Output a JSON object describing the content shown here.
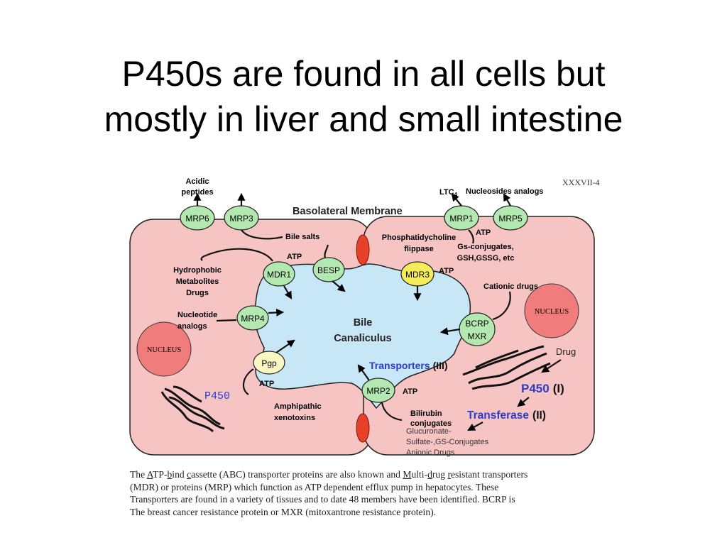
{
  "title": {
    "line1": "P450s are found in all cells but",
    "line2": "mostly in liver and small intestine"
  },
  "figure_code": "XXXVII-4",
  "colors": {
    "cell": "#f7c4c4",
    "cell_stroke": "#222222",
    "canaliculus": "#c7e7f7",
    "transporter": "#b3e8b0",
    "mdr3": "#f5ec5c",
    "pgp": "#fbf7c3",
    "nucleus": "#f07c7c",
    "junction": "#e8412a",
    "accent_text": "#2a3cc8"
  },
  "membrane_label": "Basolateral Membrane",
  "canaliculus_label": {
    "line1": "Bile",
    "line2": "Canaliculus"
  },
  "transporters": {
    "mrp6": "MRP6",
    "mrp3": "MRP3",
    "mrp1": "MRP1",
    "mrp5": "MRP5",
    "mdr1": "MDR1",
    "besp": "BESP",
    "mdr3": "MDR3",
    "mrp4": "MRP4",
    "bcrp": {
      "line1": "BCRP",
      "line2": "MXR"
    },
    "pgp": "Pgp",
    "mrp2": "MRP2"
  },
  "nuclei": {
    "left": "NUCLEUS",
    "right": "NUCLEUS"
  },
  "substrates": {
    "acidic_peptides": {
      "line1": "Acidic",
      "line2": "peptides"
    },
    "ltc4": "LTC",
    "ltc4_sub": "4",
    "nucleosides": "Nucleosides analogs",
    "bile_salts": "Bile salts",
    "atp_mdr1": "ATP",
    "hydrophobic": {
      "line1": "Hydrophobic",
      "line2": "Metabolites",
      "line3": "Drugs"
    },
    "phosphatidylcholine": {
      "line1": "Phosphatidycholine",
      "line2": "flippase"
    },
    "atp_mrp1": "ATP",
    "gs_conjugates": {
      "line1": "Gs-conjugates,",
      "line2": "GSH,GSSG, etc"
    },
    "atp_mdr3": "ATP",
    "cationic": "Cationic drugs",
    "nucleotide": {
      "line1": "Nucleotide",
      "line2": "analogs"
    },
    "drug": "Drug",
    "atp_pgp": "ATP",
    "amphipathic": {
      "line1": "Amphipathic",
      "line2": "xenotoxins"
    },
    "atp_mrp2": "ATP",
    "bilirubin": {
      "line1": "Bilirubin",
      "line2": "conjugates"
    },
    "glucuronate": {
      "line1": "Glucuronate-",
      "line2": "Sulfate-,GS-Conjugates",
      "line3": "Anionic Drugs"
    }
  },
  "p450_small": "P450",
  "phases": {
    "transporters_name": "Transporters",
    "transporters_phase": "(III)",
    "p450_name": "P450",
    "p450_phase": "(I)",
    "transferase_name": "Transferase",
    "transferase_phase": "(II)"
  },
  "caption": {
    "l1": {
      "a": "The ",
      "b": "A",
      "c": "TP-",
      "d": "b",
      "e": "ind ",
      "f": "c",
      "g": "assette (ABC) transporter proteins are also known and ",
      "h": "M",
      "i": "ulti-",
      "j": "d",
      "k": "rug ",
      "l": "r",
      "m": "esistant transporters"
    },
    "line2": " (MDR) or proteins (MRP) which function as ATP dependent efflux pump in hepatocytes. These",
    "line3": "Transporters are found in a variety of tissues and to date 48 members have been identified. BCRP is",
    "line4": "The breast cancer resistance protein or MXR (mitoxantrone resistance protein)."
  }
}
